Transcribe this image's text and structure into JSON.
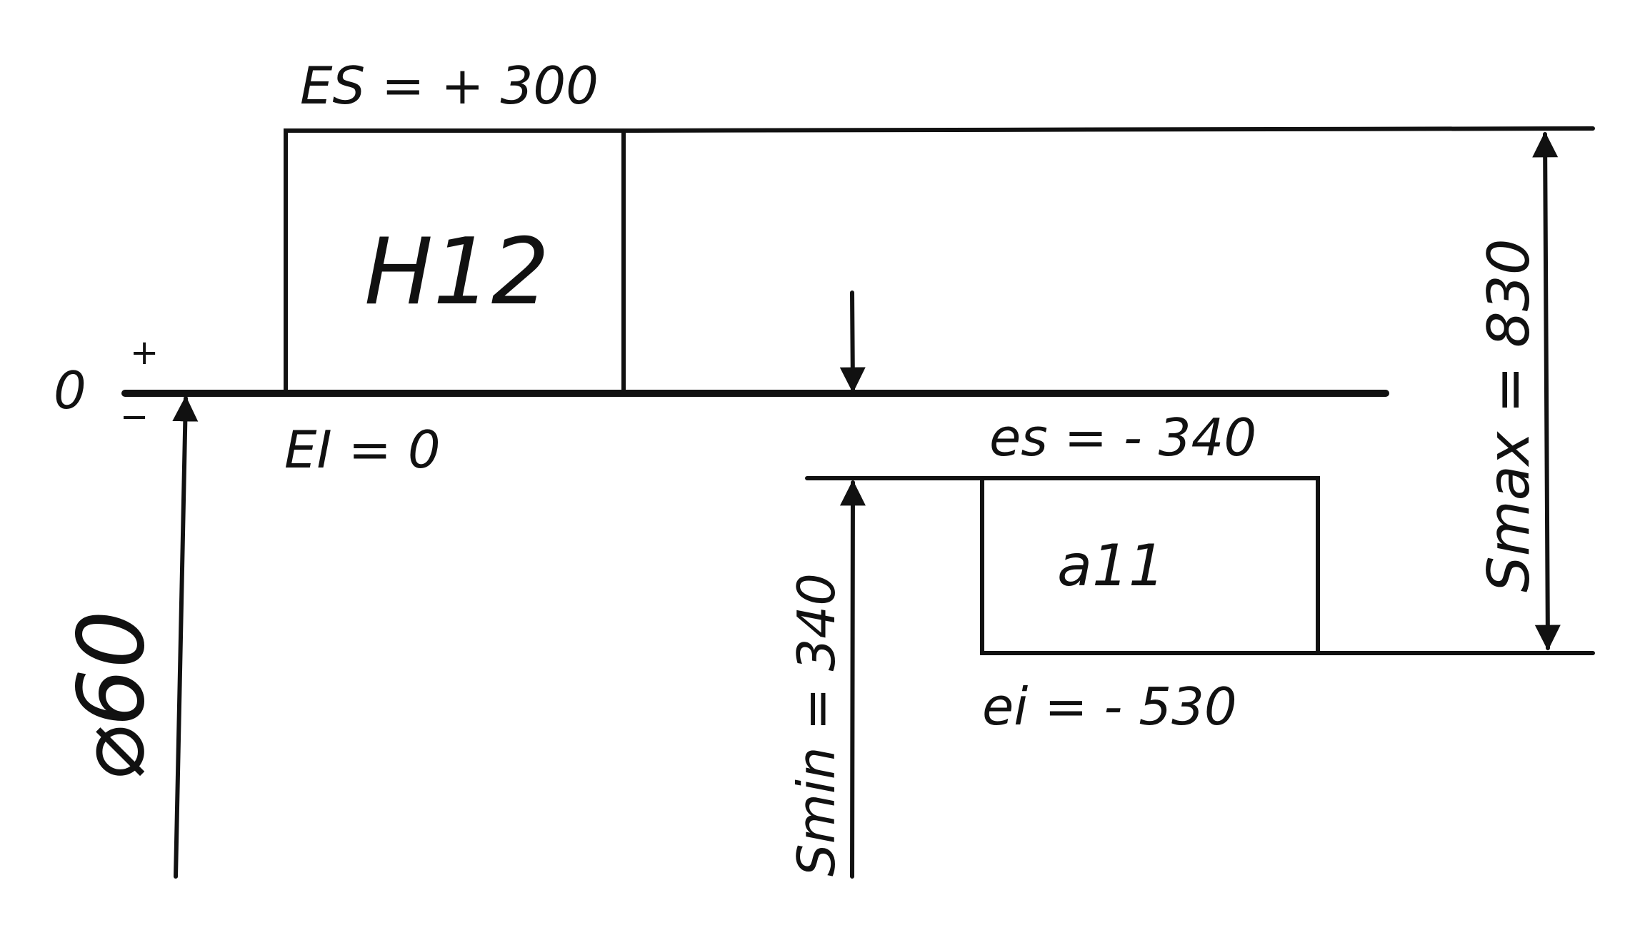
{
  "hole_zone": {
    "label": "H12",
    "upper_deviation": "ES = + 300",
    "lower_deviation": "EI = 0"
  },
  "shaft_zone": {
    "label": "a11",
    "upper_deviation": "es = - 340",
    "lower_deviation": "ei = - 530"
  },
  "zero_line": {
    "label": "0",
    "plus_sign": "+",
    "minus_sign": "−"
  },
  "nominal_size": "⌀60",
  "min_clearance": "Smin = 340",
  "max_clearance": "Smax = 830"
}
